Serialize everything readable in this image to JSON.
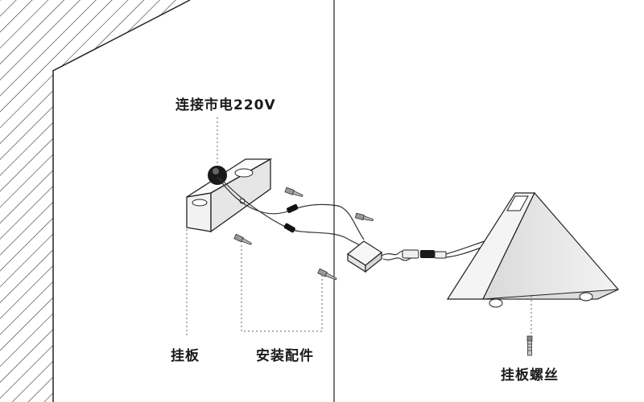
{
  "labels": {
    "mains": "连接市电220V",
    "bracket": "挂板",
    "accessories": "安装配件",
    "screw": "挂板螺丝"
  }
}
